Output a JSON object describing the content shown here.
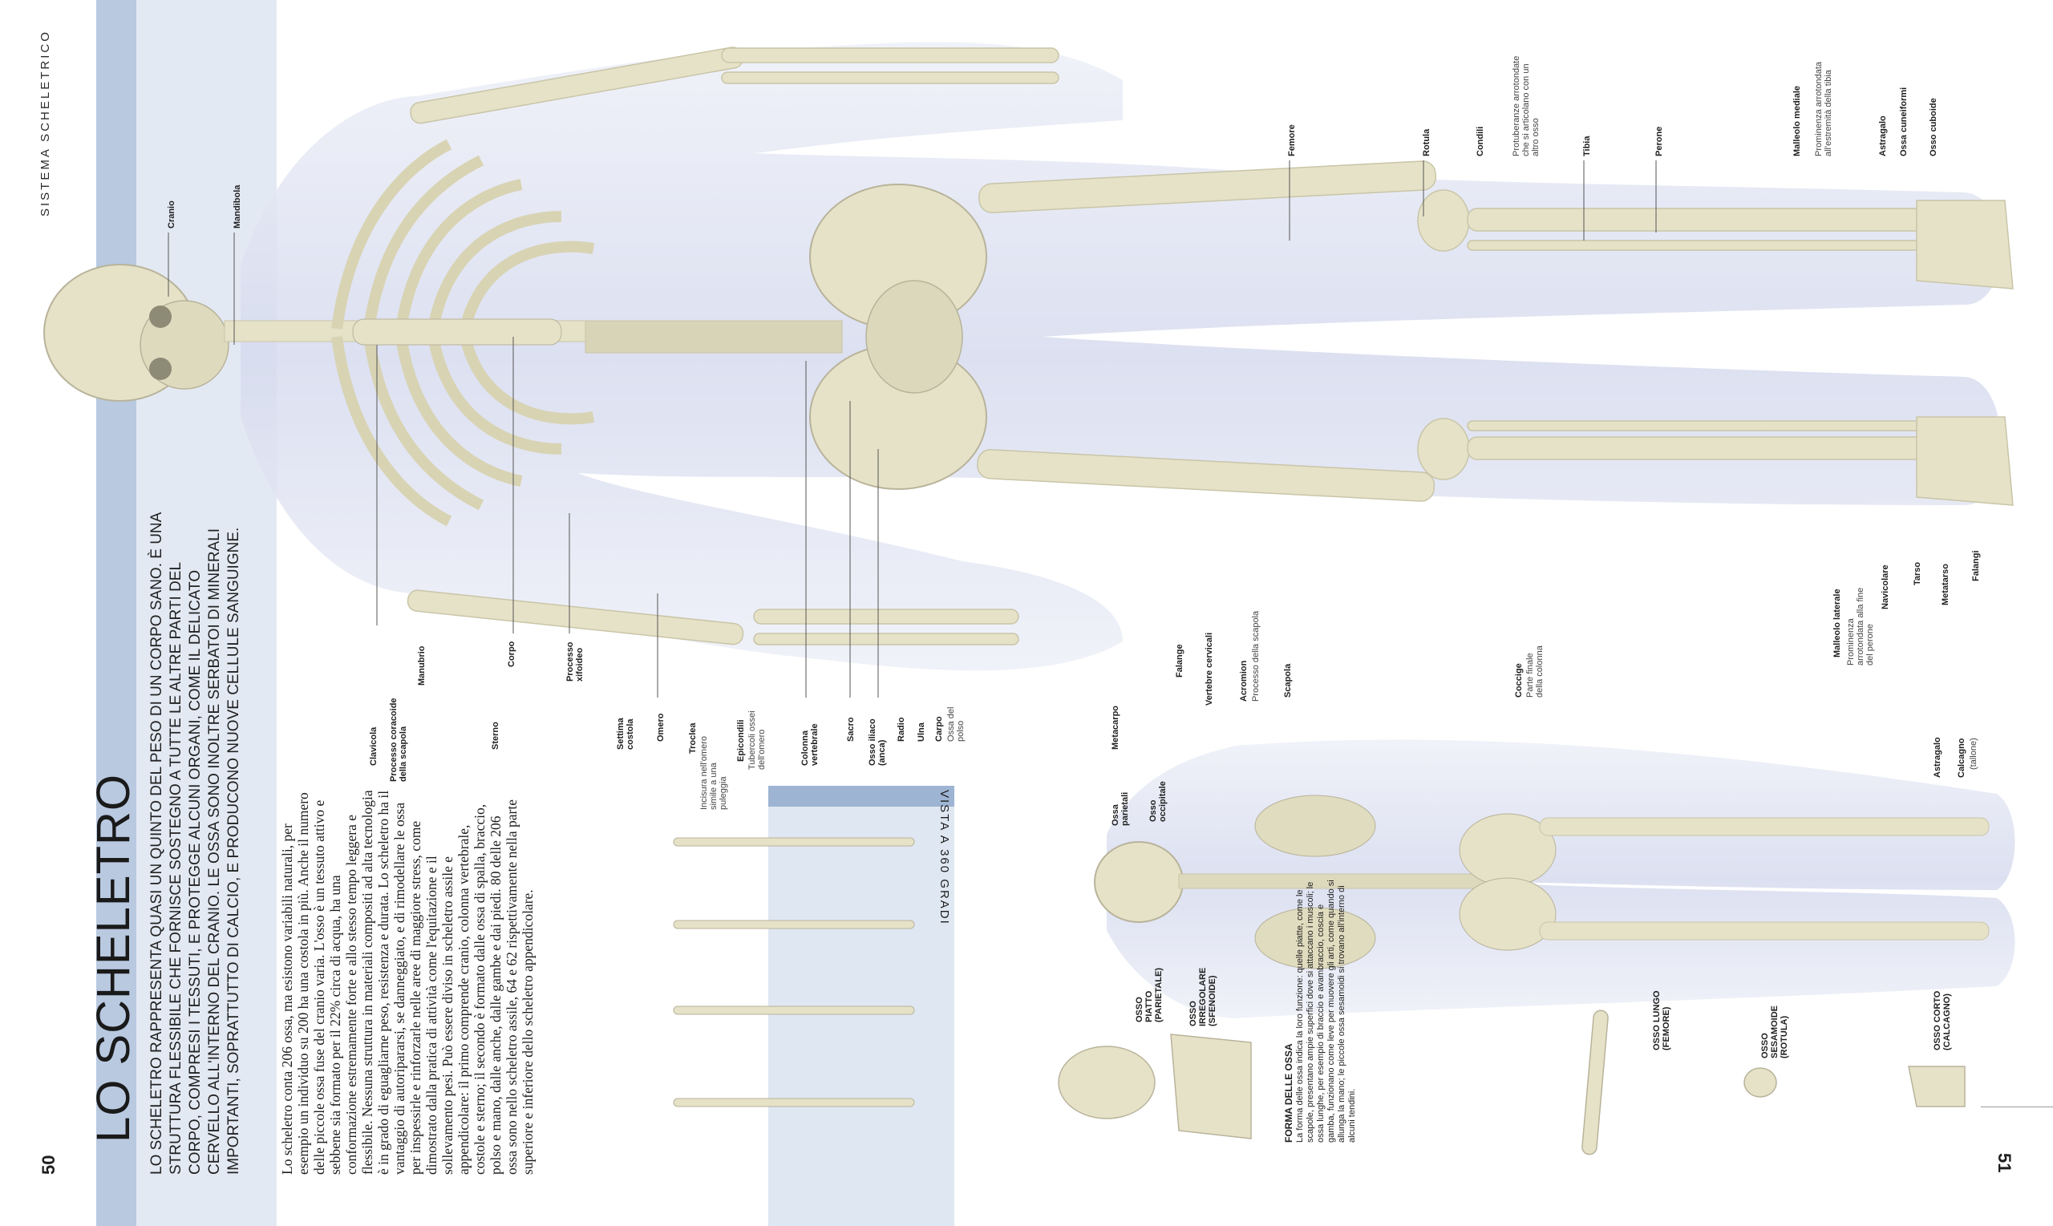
{
  "page_left_number": "50",
  "page_right_number": "51",
  "section_tag": "SISTEMA SCHELETRICO",
  "title": "LO SCHELETRO",
  "intro": "Lo scheletro rappresenta quasi un quinto del peso di un corpo sano. È una struttura flessibile che fornisce sostegno a tutte le altre parti del corpo, compresi i tessuti, e protegge alcuni organi, come il delicato cervello all'interno del cranio. Le ossa sono inoltre serbatoi di minerali importanti, soprattutto di calcio, e producono nuove cellule sanguigne.",
  "body": "Lo scheletro conta 206 ossa, ma esistono variabili naturali, per esempio un individuo su 200 ha una costola in più. Anche il numero delle piccole ossa fuse del cranio varia. L'osso è un tessuto attivo e sebbene sia formato per il 22% circa di acqua, ha una conformazione estremamente forte e allo stesso tempo leggera e flessibile. Nessuna struttura in materiali compositi ad alta tecnologia è in grado di eguagliarne peso, resistenza e durata. Lo scheletro ha il vantaggio di autoripararsi, se danneggiato, e di rimodellare le ossa per inspessirle e rinforzarle nelle aree di maggiore stress, come dimostrato dalla pratica di attività come l'equitazione e il sollevamento pesi. Può essere diviso in scheletro assile e appendicolare: il primo comprende cranio, colonna vertebrale, costole e sterno; il secondo è formato dalle ossa di spalla, braccio, polso e mano, dalle anche, dalle gambe e dai piedi. 80 delle 206 ossa sono nello scheletro assile, 64 e 62 rispettivamente nella parte superiore e inferiore dello scheletro appendicolare.",
  "vista": "VISTA A 360 GRADI",
  "labels_top": {
    "cranio": "Cranio",
    "mandibola": "Mandibola",
    "femore": "Femore",
    "rotula": "Rotula",
    "condili": "Condili",
    "condili_desc": "Protuberanze arrotondate che si articolano con un altro osso",
    "tibia": "Tibia",
    "perone": "Perone",
    "malleolo_mediale": "Malleolo mediale",
    "malleolo_mediale_desc": "Prominenza arrotondata all'estremità della tibia",
    "astragalo": "Astragalo",
    "ossa_cuneiformi": "Ossa cuneiformi",
    "osso_cuboide": "Osso cuboide"
  },
  "labels_bottom": {
    "clavicola": "Clavicola",
    "processo_coracoide": "Processo coracoide della scapola",
    "manubrio": "Manubrio",
    "sterno": "Sterno",
    "corpo": "Corpo",
    "processo_xifoideo": "Processo xifoideo",
    "settima_costola": "Settima costola",
    "omero": "Omero",
    "troclea": "Troclea",
    "troclea_desc": "Incisura nell'omero simile a una puleggia",
    "epicondili": "Epicondili",
    "epicondili_desc": "Tubercoli ossei dell'omero",
    "colonna_vertebrale": "Colonna vertebrale",
    "sacro": "Sacro",
    "osso_iliaco": "Osso iliaco (anca)",
    "radio": "Radio",
    "ulna": "Ulna",
    "carpo": "Carpo",
    "carpo_desc": "Ossa del polso",
    "metacarpo": "Metacarpo",
    "falange": "Falange",
    "malleolo_laterale": "Malleolo laterale",
    "malleolo_laterale_desc": "Prominenza arrotondata alla fine del perone",
    "navicolare": "Navicolare",
    "tarso": "Tarso",
    "metatarso": "Metatarso",
    "falangi": "Falangi"
  },
  "labels_back": {
    "ossa_parietali": "Ossa parietali",
    "osso_occipitale": "Osso occipitale",
    "vertebre_cervicali": "Vertebre cervicali",
    "acromion": "Acromion",
    "acromion_desc": "Processo della scapola",
    "scapola": "Scapola",
    "coccige": "Coccige",
    "coccige_desc": "Parte finale della colonna",
    "astragalo": "Astragalo",
    "calcagno": "Calcagno",
    "calcagno_desc": "(tallone)"
  },
  "forma": {
    "title": "FORMA DELLE OSSA",
    "text": "La forma delle ossa indica la loro funzione: quelle piatte, come le scapole, presentano ampie superfici dove si attaccano i muscoli; le ossa lunghe, per esempio di braccio e avambraccio, coscia e gamba, funzionano come leve per muovere gli arti, come quando si allunga la mano; le piccole ossa sesamoidi si trovano all'interno di alcuni tendini.",
    "piatto": "OSSO PIATTO (PARIETALE)",
    "irregolare": "OSSO IRREGOLARE (SFENOIDE)",
    "lungo": "OSSO LUNGO (FEMORE)",
    "sesamoide": "OSSO SESAMOIDE (ROTULA)",
    "corto": "OSSO CORTO (CALCAGNO)"
  },
  "colors": {
    "panel": "#e3e9f3",
    "band": "#b9c9e0",
    "bone": "#e6e2c8",
    "body": "#dde2f0",
    "vista_head": "#9eb4d3"
  }
}
